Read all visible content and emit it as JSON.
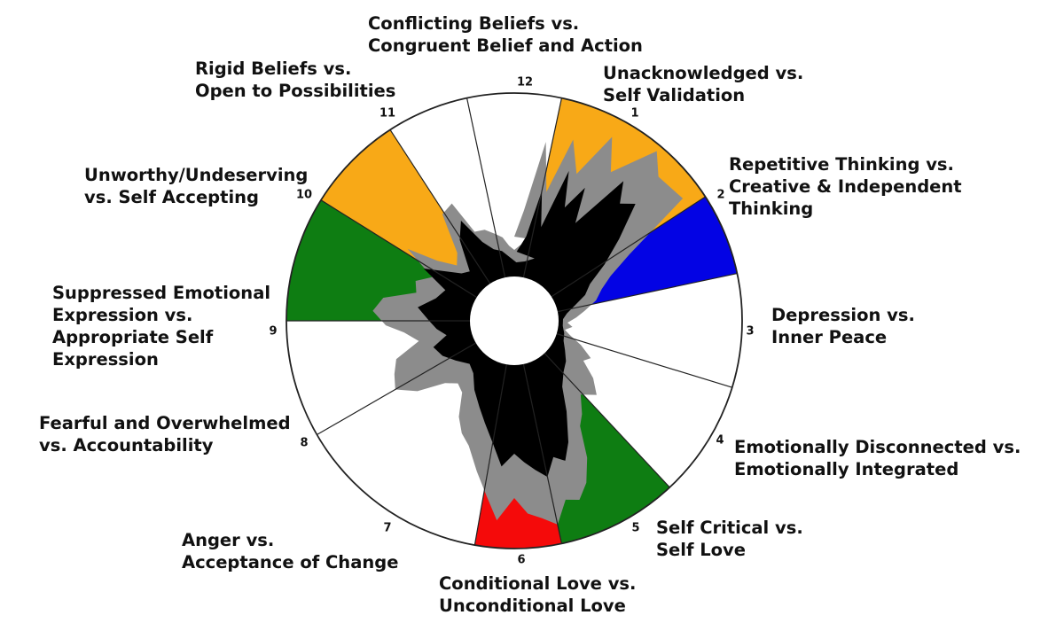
{
  "colors": {
    "orange": "#F8A917",
    "blue": "#0303E4",
    "green": "#0E7D12",
    "red": "#F50A0A",
    "gray": "#8C8C8C",
    "black": "#000000",
    "white": "#FFFFFF"
  },
  "segments": [
    {
      "num": "1",
      "lines": [
        "Unacknowledged vs.",
        "Self Validation"
      ],
      "fill": "orange"
    },
    {
      "num": "2",
      "lines": [
        "Repetitive Thinking vs.",
        "Creative & Independent",
        "Thinking"
      ],
      "fill": "blue"
    },
    {
      "num": "3",
      "lines": [
        "Depression vs.",
        "Inner Peace"
      ],
      "fill": "white"
    },
    {
      "num": "4",
      "lines": [
        "Emotionally Disconnected vs.",
        "Emotionally Integrated"
      ],
      "fill": "white"
    },
    {
      "num": "5",
      "lines": [
        "Self Critical vs.",
        "Self Love"
      ],
      "fill": "green"
    },
    {
      "num": "6",
      "lines": [
        "Conditional Love vs.",
        "Unconditional Love"
      ],
      "fill": "red"
    },
    {
      "num": "7",
      "lines": [
        "Anger vs.",
        "Acceptance of Change"
      ],
      "fill": "white"
    },
    {
      "num": "8",
      "lines": [
        "Fearful and Overwhelmed",
        "vs. Accountability"
      ],
      "fill": "white"
    },
    {
      "num": "9",
      "lines": [
        "Suppressed Emotional",
        "Expression vs.",
        "Appropriate Self",
        "Expression"
      ],
      "fill": "green"
    },
    {
      "num": "10",
      "lines": [
        "Unworthy/Undeserving",
        "vs. Self Accepting"
      ],
      "fill": "orange"
    },
    {
      "num": "11",
      "lines": [
        "Rigid Beliefs vs.",
        "Open to Possibilities"
      ],
      "fill": "white"
    },
    {
      "num": "12",
      "lines": [
        "Conflicting Beliefs vs.",
        "Congruent Belief and Action"
      ],
      "fill": "white"
    }
  ]
}
